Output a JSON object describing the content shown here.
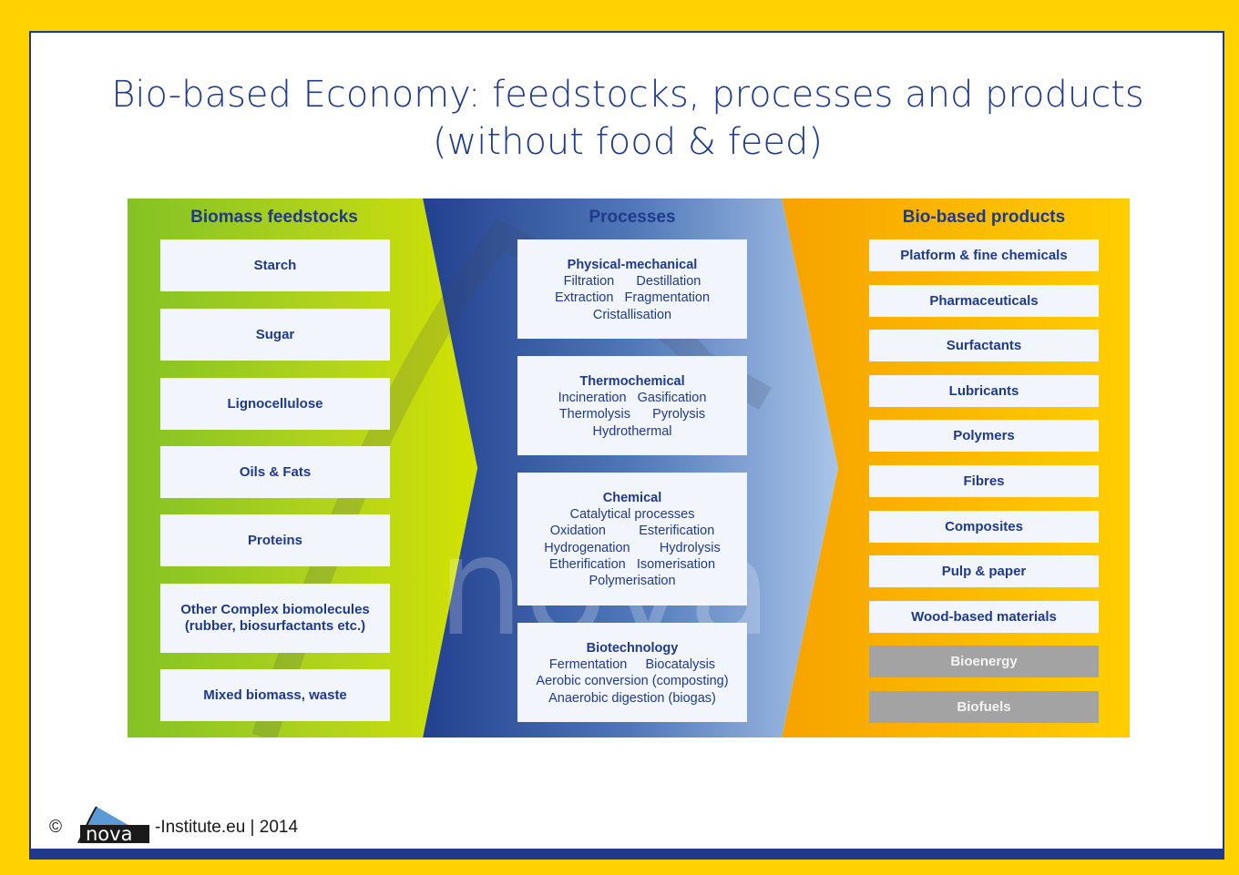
{
  "title_line1": "Bio-based Economy: feedstocks, processes and products",
  "title_line2": "(without food & feed)",
  "feedstocks": {
    "heading": "Biomass feedstocks",
    "items": [
      "Starch",
      "Sugar",
      "Lignocellulose",
      "Oils & Fats",
      "Proteins",
      "Other Complex biomolecules (rubber, biosurfactants etc.)",
      "Mixed biomass, waste"
    ]
  },
  "processes": {
    "heading": "Processes",
    "groups": [
      {
        "name": "Physical-mechanical",
        "lines": [
          "Filtration      Destillation",
          "Extraction   Fragmentation",
          "Cristallisation"
        ]
      },
      {
        "name": "Thermochemical",
        "lines": [
          "Incineration   Gasification",
          "Thermolysis      Pyrolysis",
          "Hydrothermal"
        ]
      },
      {
        "name": "Chemical",
        "lines": [
          "Catalytical processes",
          "Oxidation         Esterification",
          "Hydrogenation        Hydrolysis",
          "Etherification   Isomerisation",
          "Polymerisation"
        ]
      },
      {
        "name": "Biotechnology",
        "lines": [
          "Fermentation     Biocatalysis",
          "Aerobic conversion (composting)",
          "Anaerobic digestion (biogas)"
        ]
      }
    ]
  },
  "products": {
    "heading": "Bio-based products",
    "items": [
      "Platform & fine chemicals",
      "Pharmaceuticals",
      "Surfactants",
      "Lubricants",
      "Polymers",
      "Fibres",
      "Composites",
      "Pulp & paper",
      "Wood-based materials",
      "Bioenergy",
      "Biofuels"
    ]
  },
  "watermark": "nova",
  "footer": {
    "copyright": "©",
    "logo_text": "nova",
    "text": "-Institute.eu | 2014"
  },
  "colors": {
    "navy": "#1f3a8a",
    "yellow": "#FFD200",
    "green": "#8cc63f",
    "orange": "#f7a800",
    "grey_box": "#a3a3a3"
  }
}
